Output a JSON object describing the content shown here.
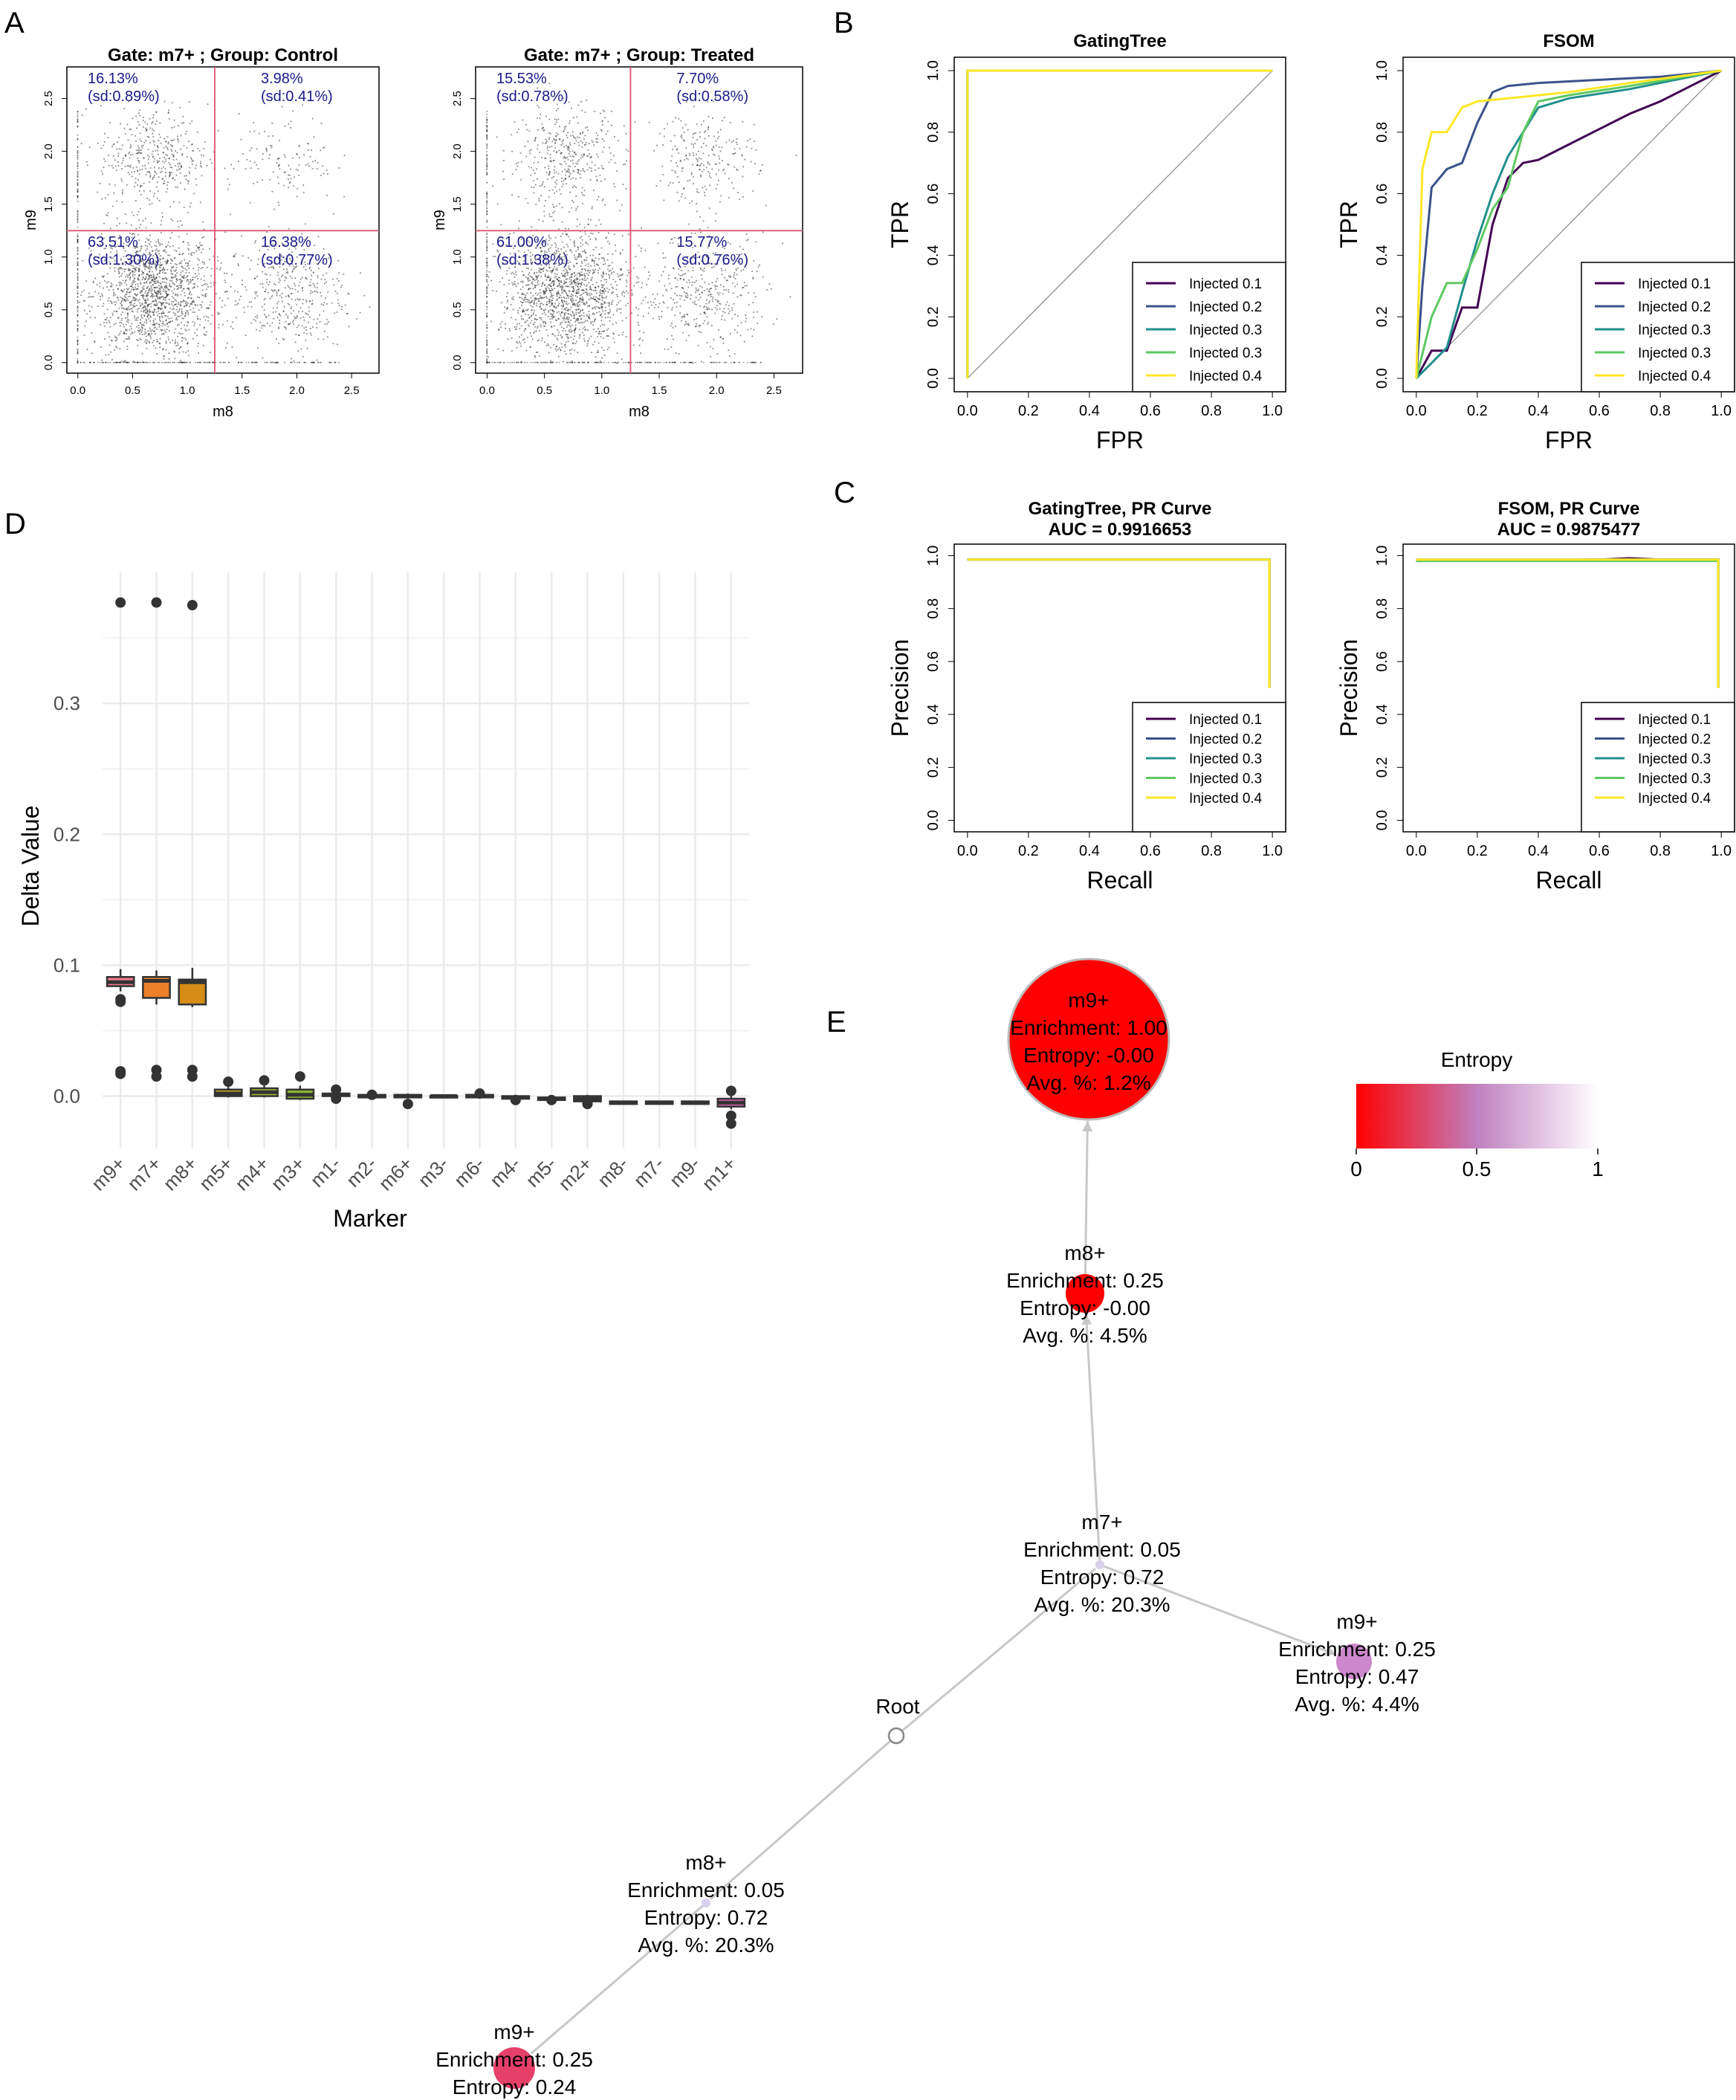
{
  "panel_letters": {
    "A": "A",
    "B": "B",
    "C": "C",
    "D": "D",
    "E": "E"
  },
  "panel_a": {
    "xlabel": "m8",
    "ylabel": "m9",
    "ticks": [
      "0.0",
      "0.5",
      "1.0",
      "1.5",
      "2.0",
      "2.5"
    ],
    "gate_color": "#e0607a",
    "text_color": "#1a1a8c",
    "plots": [
      {
        "title": "Gate: m7+ ; Group: Control",
        "quadrants": {
          "tl": [
            "16.13%",
            "(sd:0.89%)"
          ],
          "tr": [
            "3.98%",
            "(sd:0.41%)"
          ],
          "bl": [
            "63.51%",
            "(sd:1.30%)"
          ],
          "br": [
            "16.38%",
            "(sd:0.77%)"
          ]
        }
      },
      {
        "title": "Gate: m7+ ; Group: Treated",
        "quadrants": {
          "tl": [
            "15.53%",
            "(sd:0.78%)"
          ],
          "tr": [
            "7.70%",
            "(sd:0.58%)"
          ],
          "bl": [
            "61.00%",
            "(sd:1.38%)"
          ],
          "br": [
            "15.77%",
            "(sd:0.76%)"
          ]
        }
      }
    ]
  },
  "legend": {
    "entries": [
      "Injected 0.1",
      "Injected 0.2",
      "Injected 0.3",
      "Injected 0.3",
      "Injected 0.4"
    ],
    "colors": [
      "#440154",
      "#3b528b",
      "#21908c",
      "#5ec962",
      "#fde725"
    ]
  },
  "roc_ticks": [
    "0.0",
    "0.2",
    "0.4",
    "0.6",
    "0.8",
    "1.0"
  ],
  "chart_data": [
    {
      "type": "line",
      "panel": "B-left",
      "title": "GatingTree",
      "xlabel": "FPR",
      "ylabel": "TPR",
      "xlim": [
        0,
        1
      ],
      "ylim": [
        0,
        1
      ],
      "series": [
        {
          "name": "Injected 0.1",
          "x": [
            0,
            0,
            1
          ],
          "y": [
            0,
            1,
            1
          ]
        },
        {
          "name": "Injected 0.2",
          "x": [
            0,
            0,
            1
          ],
          "y": [
            0,
            1,
            1
          ]
        },
        {
          "name": "Injected 0.3",
          "x": [
            0,
            0,
            1
          ],
          "y": [
            0,
            1,
            1
          ]
        },
        {
          "name": "Injected 0.3",
          "x": [
            0,
            0,
            1
          ],
          "y": [
            0,
            1,
            1
          ]
        },
        {
          "name": "Injected 0.4",
          "x": [
            0,
            0,
            1
          ],
          "y": [
            0,
            1,
            1
          ]
        }
      ]
    },
    {
      "type": "line",
      "panel": "B-right",
      "title": "FSOM",
      "xlabel": "FPR",
      "ylabel": "TPR",
      "xlim": [
        0,
        1
      ],
      "ylim": [
        0,
        1
      ],
      "series": [
        {
          "name": "Injected 0.1",
          "x": [
            0,
            0.05,
            0.1,
            0.15,
            0.2,
            0.25,
            0.3,
            0.35,
            0.4,
            0.5,
            0.6,
            0.7,
            0.8,
            0.9,
            1.0
          ],
          "y": [
            0,
            0.09,
            0.09,
            0.23,
            0.23,
            0.5,
            0.65,
            0.7,
            0.71,
            0.76,
            0.81,
            0.86,
            0.9,
            0.95,
            1.0
          ]
        },
        {
          "name": "Injected 0.2",
          "x": [
            0,
            0.02,
            0.05,
            0.1,
            0.15,
            0.2,
            0.25,
            0.3,
            0.4,
            0.6,
            0.8,
            1.0
          ],
          "y": [
            0,
            0.3,
            0.62,
            0.68,
            0.7,
            0.83,
            0.93,
            0.95,
            0.96,
            0.97,
            0.98,
            1.0
          ]
        },
        {
          "name": "Injected 0.3",
          "x": [
            0,
            0.05,
            0.1,
            0.15,
            0.2,
            0.25,
            0.3,
            0.35,
            0.4,
            0.5,
            0.7,
            1.0
          ],
          "y": [
            0,
            0.05,
            0.1,
            0.28,
            0.45,
            0.6,
            0.72,
            0.8,
            0.88,
            0.91,
            0.94,
            1.0
          ]
        },
        {
          "name": "Injected 0.3",
          "x": [
            0,
            0.05,
            0.1,
            0.15,
            0.2,
            0.25,
            0.3,
            0.35,
            0.4,
            0.5,
            0.7,
            1.0
          ],
          "y": [
            0,
            0.2,
            0.31,
            0.31,
            0.42,
            0.55,
            0.62,
            0.8,
            0.9,
            0.92,
            0.95,
            1.0
          ]
        },
        {
          "name": "Injected 0.4",
          "x": [
            0,
            0.02,
            0.05,
            0.1,
            0.15,
            0.2,
            0.3,
            0.5,
            0.7,
            1.0
          ],
          "y": [
            0,
            0.68,
            0.8,
            0.8,
            0.88,
            0.9,
            0.91,
            0.93,
            0.96,
            1.0
          ]
        }
      ]
    },
    {
      "type": "line",
      "panel": "C-left",
      "title": "GatingTree, PR Curve",
      "subtitle": "AUC = 0.9916653",
      "xlabel": "Recall",
      "ylabel": "Precision",
      "xlim": [
        0,
        1
      ],
      "ylim": [
        0,
        1
      ],
      "series": [
        {
          "name": "Injected 0.1",
          "x": [
            0,
            0.99,
            0.99
          ],
          "y": [
            0.985,
            0.985,
            0.5
          ]
        },
        {
          "name": "Injected 0.2",
          "x": [
            0,
            0.99,
            0.99
          ],
          "y": [
            0.985,
            0.985,
            0.5
          ]
        },
        {
          "name": "Injected 0.3",
          "x": [
            0,
            0.99,
            0.99
          ],
          "y": [
            0.985,
            0.985,
            0.5
          ]
        },
        {
          "name": "Injected 0.3",
          "x": [
            0,
            0.99,
            0.99
          ],
          "y": [
            0.985,
            0.985,
            0.5
          ]
        },
        {
          "name": "Injected 0.4",
          "x": [
            0,
            0.99,
            0.99
          ],
          "y": [
            0.985,
            0.985,
            0.5
          ]
        }
      ]
    },
    {
      "type": "line",
      "panel": "C-right",
      "title": "FSOM, PR Curve",
      "subtitle": "AUC = 0.9875477",
      "xlabel": "Recall",
      "ylabel": "Precision",
      "xlim": [
        0,
        1
      ],
      "ylim": [
        0,
        1
      ],
      "series": [
        {
          "name": "Injected 0.1",
          "x": [
            0,
            0.6,
            0.7,
            0.8,
            0.99,
            0.99
          ],
          "y": [
            0.98,
            0.985,
            0.99,
            0.985,
            0.985,
            0.5
          ]
        },
        {
          "name": "Injected 0.2",
          "x": [
            0,
            0.99,
            0.99
          ],
          "y": [
            0.985,
            0.985,
            0.5
          ]
        },
        {
          "name": "Injected 0.3",
          "x": [
            0,
            0.99,
            0.99
          ],
          "y": [
            0.985,
            0.985,
            0.5
          ]
        },
        {
          "name": "Injected 0.3",
          "x": [
            0,
            0.99,
            0.99
          ],
          "y": [
            0.98,
            0.98,
            0.5
          ]
        },
        {
          "name": "Injected 0.4",
          "x": [
            0,
            0.99,
            0.99
          ],
          "y": [
            0.985,
            0.985,
            0.5
          ]
        }
      ]
    },
    {
      "type": "box",
      "panel": "D",
      "xlabel": "Marker",
      "ylabel": "Delta Value",
      "ylim": [
        -0.04,
        0.4
      ],
      "yticks": [
        "0.0",
        "0.1",
        "0.2",
        "0.3"
      ],
      "categories": [
        "m9+",
        "m7+",
        "m8+",
        "m5+",
        "m4+",
        "m3+",
        "m1-",
        "m2-",
        "m6+",
        "m3-",
        "m6-",
        "m4-",
        "m5-",
        "m2+",
        "m8-",
        "m7-",
        "m9-",
        "m1+"
      ],
      "boxes": [
        {
          "q1": 0.084,
          "median": 0.087,
          "q3": 0.091,
          "low": 0.08,
          "high": 0.097,
          "fill": "#f0788c",
          "outliers": [
            0.377,
            0.074,
            0.072,
            0.019,
            0.017
          ]
        },
        {
          "q1": 0.075,
          "median": 0.088,
          "q3": 0.091,
          "low": 0.07,
          "high": 0.096,
          "fill": "#ec7f2a",
          "outliers": [
            0.377,
            0.02,
            0.015
          ]
        },
        {
          "q1": 0.07,
          "median": 0.087,
          "q3": 0.089,
          "low": 0.068,
          "high": 0.098,
          "fill": "#d58d15",
          "outliers": [
            0.375,
            0.02,
            0.015
          ]
        },
        {
          "q1": 0.0,
          "median": 0.002,
          "q3": 0.005,
          "low": -0.001,
          "high": 0.007,
          "fill": "#c7b320",
          "outliers": [
            0.011
          ]
        },
        {
          "q1": 0.0,
          "median": 0.003,
          "q3": 0.006,
          "low": -0.001,
          "high": 0.008,
          "fill": "#a6b834",
          "outliers": [
            0.012
          ]
        },
        {
          "q1": -0.002,
          "median": 0.001,
          "q3": 0.005,
          "low": -0.003,
          "high": 0.008,
          "fill": "#8fb432",
          "outliers": [
            0.015
          ]
        },
        {
          "q1": 0.0,
          "median": 0.001,
          "q3": 0.002,
          "low": -0.001,
          "high": 0.003,
          "fill": "#5fae45",
          "outliers": [
            0.005,
            -0.002
          ]
        },
        {
          "q1": -0.001,
          "median": 0.0,
          "q3": 0.001,
          "low": -0.001,
          "high": 0.002,
          "fill": "#40ab6a",
          "outliers": [
            0.001
          ]
        },
        {
          "q1": -0.001,
          "median": 0.0,
          "q3": 0.001,
          "low": -0.002,
          "high": 0.002,
          "fill": "#2aa888",
          "outliers": [
            -0.006
          ]
        },
        {
          "q1": -0.001,
          "median": 0.0,
          "q3": 0.0,
          "low": -0.001,
          "high": 0.001,
          "fill": "#22a59e",
          "outliers": []
        },
        {
          "q1": -0.001,
          "median": 0.0,
          "q3": 0.001,
          "low": -0.001,
          "high": 0.002,
          "fill": "#219fb0",
          "outliers": [
            0.002
          ]
        },
        {
          "q1": -0.002,
          "median": -0.001,
          "q3": 0.0,
          "low": -0.002,
          "high": 0.001,
          "fill": "#2796c2",
          "outliers": [
            -0.003
          ]
        },
        {
          "q1": -0.003,
          "median": -0.002,
          "q3": -0.001,
          "low": -0.003,
          "high": 0.0,
          "fill": "#3c8bd0",
          "outliers": [
            -0.003
          ]
        },
        {
          "q1": -0.004,
          "median": -0.002,
          "q3": 0.0,
          "low": -0.005,
          "high": 0.001,
          "fill": "#627fd8",
          "outliers": [
            -0.005,
            -0.006
          ]
        },
        {
          "q1": -0.006,
          "median": -0.005,
          "q3": -0.004,
          "low": -0.006,
          "high": -0.004,
          "fill": "#8577d6",
          "outliers": []
        },
        {
          "q1": -0.006,
          "median": -0.005,
          "q3": -0.004,
          "low": -0.006,
          "high": -0.004,
          "fill": "#a66fcf",
          "outliers": []
        },
        {
          "q1": -0.006,
          "median": -0.005,
          "q3": -0.004,
          "low": -0.006,
          "high": -0.004,
          "fill": "#c267c2",
          "outliers": []
        },
        {
          "q1": -0.008,
          "median": -0.005,
          "q3": -0.002,
          "low": -0.01,
          "high": 0.0,
          "fill": "#dd62b0",
          "outliers": [
            0.004,
            -0.015,
            -0.021
          ]
        }
      ]
    }
  ],
  "panel_e": {
    "legend_title": "Entropy",
    "legend_ticks": [
      "0",
      "0.5",
      "1"
    ],
    "legend_colors": [
      "#ff0000",
      "#c080c0",
      "#ffffff"
    ],
    "root_label": "Root",
    "nodes": [
      {
        "id": "n_top",
        "lines": [
          "m9+",
          "Enrichment: 1.00",
          "Entropy: -0.00",
          "Avg. %: 1.2%"
        ],
        "entropy": 0.0,
        "color": "#ff0000"
      },
      {
        "id": "n_m8a",
        "lines": [
          "m8+",
          "Enrichment: 0.25",
          "Entropy: -0.00",
          "Avg. %: 4.5%"
        ],
        "entropy": 0.0,
        "color": "#ff0000"
      },
      {
        "id": "n_m7",
        "lines": [
          "m7+",
          "Enrichment: 0.05",
          "Entropy: 0.72",
          "Avg. %: 20.3%"
        ],
        "entropy": 0.72,
        "color": "#d8d0ec"
      },
      {
        "id": "n_m9r",
        "lines": [
          "m9+",
          "Enrichment: 0.25",
          "Entropy: 0.47",
          "Avg. %: 4.4%"
        ],
        "entropy": 0.47,
        "color": "#cc88cc"
      },
      {
        "id": "n_m8b",
        "lines": [
          "m8+",
          "Enrichment: 0.05",
          "Entropy: 0.72",
          "Avg. %: 20.3%"
        ],
        "entropy": 0.72,
        "color": "#d8d0ec"
      },
      {
        "id": "n_m9b",
        "lines": [
          "m9+",
          "Enrichment: 0.25",
          "Entropy: 0.24"
        ],
        "entropy": 0.24,
        "color": "#e6406a"
      }
    ]
  }
}
